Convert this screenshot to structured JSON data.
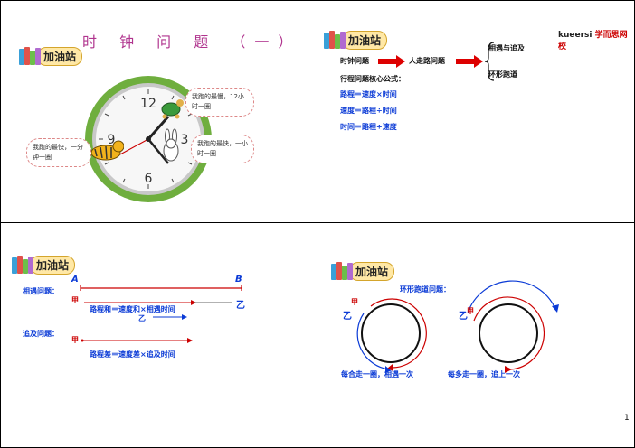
{
  "slide1": {
    "title": "时 钟 问 题 （一）",
    "badge": "加油站",
    "clock_numbers": [
      "12",
      "3",
      "6",
      "9"
    ],
    "bubble_turtle": "我跑的最慢，12小时一圈",
    "bubble_rabbit": "我跑的最快，一小时一圈",
    "bubble_tiger": "我跑的最快，一分钟一圈"
  },
  "slide2": {
    "badge": "加油站",
    "logo_brand": "kueersi",
    "logo_school": "学而思网校",
    "clock_problem": "时钟问题",
    "walk_problem": "人走路问题",
    "branch_meet": "相遇与追及",
    "branch_ring": "环形跑道",
    "formula_title": "行程问题核心公式：",
    "formulas": [
      "路程＝速度×时间",
      "速度＝路程÷时间",
      "时间＝路程÷速度"
    ]
  },
  "slide3": {
    "badge": "加油站",
    "point_a": "A",
    "point_b": "B",
    "meet_label": "相遇问题：",
    "jia": "甲",
    "yi": "乙",
    "meet_formula": "路程和＝速度和×相遇时间",
    "chase_label": "追及问题：",
    "chase_formula": "路程差＝速度差×追及时间"
  },
  "slide4": {
    "badge": "加油站",
    "ring_label": "环形跑道问题：",
    "jia": "甲",
    "yi": "乙",
    "caption_meet": "每合走一圈，相遇一次",
    "caption_chase": "每多走一圈，追上一次"
  },
  "page_number": "1",
  "colors": {
    "title": "#b0348e",
    "formula_blue": "#0a3ad6",
    "red": "#c00000",
    "clock_green": "#6fae3e"
  }
}
